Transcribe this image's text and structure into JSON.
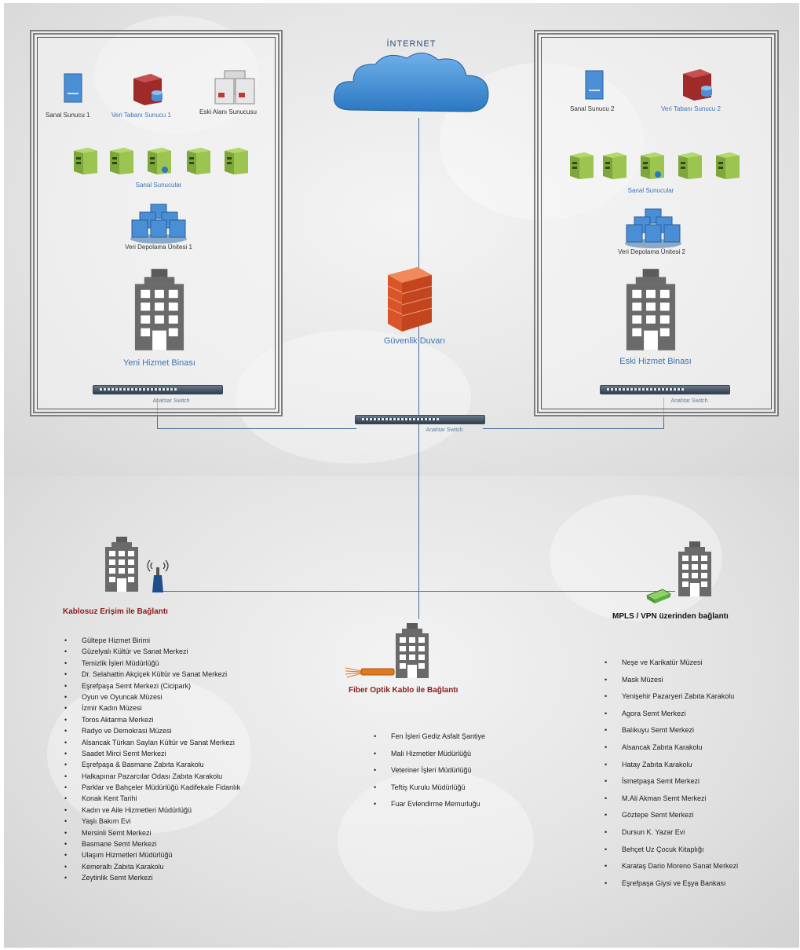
{
  "internet_label": "İNTERNET",
  "firewall_label": "Güvenlik Duvarı",
  "core_switch_label": "Anahtar Switch",
  "left_site": {
    "building_label": "Yeni Hizmet Binası",
    "server1_label": "Sanal Sunucu 1",
    "db_label": "Veri Tabanı Sunucu 1",
    "file_server_label": "Eski Alanı Sunucusu",
    "virtual_servers_label": "Sanal Sunucular",
    "storage_label": "Veri Depolama Ünitesi 1",
    "switch_label": "Anahtar Switch"
  },
  "right_site": {
    "building_label": "Eski Hizmet Binası",
    "server2_label": "Sanal Sunucu 2",
    "db_label": "Veri Tabanı Sunucu 2",
    "virtual_servers_label": "Sanal Sunucular",
    "storage_label": "Veri Depolama Ünitesi 2",
    "switch_label": "Anahtar Switch"
  },
  "wireless": {
    "title": "Kablosuz Erişim ile Bağlantı",
    "items": [
      "Gültepe Hizmet Birimi",
      "Güzelyalı Kültür ve Sanat Merkezi",
      "Temizlik İşleri Müdürlüğü",
      "Dr. Selahattin Akçiçek Kültür ve Sanat Merkezi",
      "Eşrefpaşa Semt Merkezi (Cicipark)",
      "Oyun ve Oyuncak Müzesi",
      "İzmir Kadın Müzesi",
      "Toros Aktarma Merkezi",
      "Radyo ve Demokrasi Müzesi",
      "Alsancak Türkan Saylan Kültür ve Sanat Merkezi",
      "Saadet Mirci Semt Merkezi",
      "Eşrefpaşa & Basmane Zabıta Karakolu",
      "Halkapınar Pazarcılar Odası Zabıta Karakolu",
      "Parklar ve Bahçeler Müdürlüğü Kadifekale Fidanlık",
      "Konak Kent Tarihi",
      "Kadın ve Aile Hizmetleri Müdürlüğü",
      "Yaşlı Bakım Evi",
      "Mersinli Semt Merkezi",
      "Basmane Semt Merkezi",
      "Ulaşım Hizmetleri Müdürlüğü",
      "Kemeraltı Zabıta Karakolu",
      "Zeytinlik Semt Merkezi"
    ]
  },
  "fiber": {
    "title": "Fiber Optik Kablo ile Bağlantı",
    "items": [
      "Fen İşleri Gediz Asfalt Şantiye",
      "Mali Hizmetler Müdürlüğü",
      "Veteriner İşleri Müdürlüğü",
      "Teftiş Kurulu Müdürlüğü",
      "Fuar Evlendirme Memurluğu"
    ]
  },
  "mpls": {
    "title": "MPLS / VPN üzerinden bağlantı",
    "items": [
      "Neşe ve Karikatür Müzesi",
      "Mask Müzesi",
      "Yenişehir Pazaryeri Zabıta Karakolu",
      "Agora Semt Merkezi",
      "Balıkuyu Semt Merkezi",
      "Alsancak Zabıta Karakolu",
      "Hatay Zabıta Karakolu",
      "İsmetpaşa Semt Merkezi",
      "M.Ali Akman Semt Merkezi",
      "Göztepe Semt Merkezi",
      "Dursun K. Yazar Evi",
      "Behçet Uz Çocuk Kitaplığı",
      "Karataş Dario Moreno Sanat Merkezi",
      "Eşrefpaşa Giysi ve Eşya Bankası"
    ]
  },
  "colors": {
    "cloud": "#2f7fc6",
    "firewall": "#e3663a",
    "server_green": "#8fb544",
    "server_blue": "#4a8fd6",
    "db_red": "#9e2a2a",
    "line": "#4a6e9a",
    "title_red": "#8a1c1c"
  },
  "icons": {
    "cloud": "cloud-icon",
    "firewall": "firewall-icon",
    "building": "building-icon",
    "server": "server-icon",
    "database": "database-server-icon",
    "storage": "storage-array-icon",
    "switch": "network-switch-icon",
    "antenna": "wireless-antenna-icon",
    "router": "router-icon",
    "fiber": "fiber-cable-icon"
  }
}
